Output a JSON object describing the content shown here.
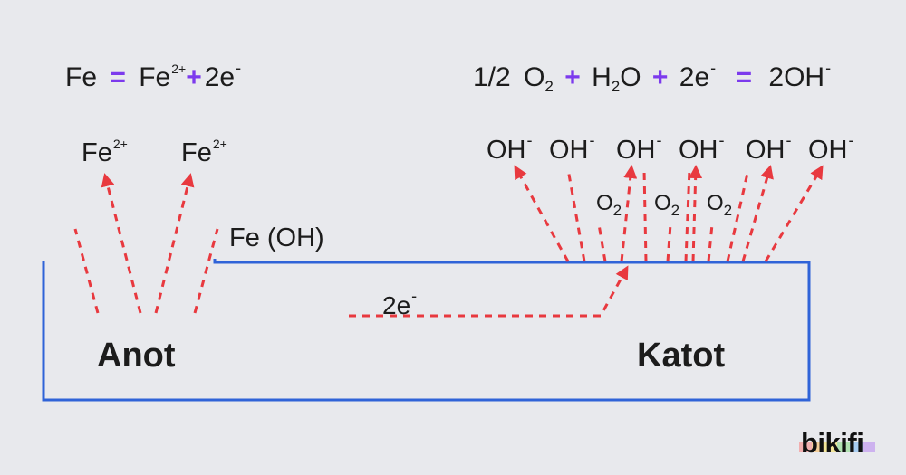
{
  "anode_equation": {
    "fe": "Fe",
    "eq": "=",
    "fe2": "Fe",
    "charge": "2+",
    "plus": "+",
    "electrons": "2e",
    "minus": "-"
  },
  "cathode_equation": {
    "coef": "1/2",
    "o": "O",
    "o_sub": "2",
    "plus1": "+",
    "h": "H",
    "h_sub": "2",
    "h_o": "O",
    "plus2": "+",
    "electrons": "2e",
    "e_sup": "-",
    "eq": "=",
    "oh": "2OH",
    "oh_sup": "-"
  },
  "anode_ions": [
    {
      "base": "Fe",
      "charge": "2+"
    },
    {
      "base": "Fe",
      "charge": "2+"
    }
  ],
  "cathode_ions": [
    {
      "base": "OH",
      "charge": "-"
    },
    {
      "base": "OH",
      "charge": "-"
    },
    {
      "base": "OH",
      "charge": "-"
    },
    {
      "base": "OH",
      "charge": "-"
    },
    {
      "base": "OH",
      "charge": "-"
    },
    {
      "base": "OH",
      "charge": "-"
    }
  ],
  "oxygen_labels": [
    {
      "base": "O",
      "sub": "2"
    },
    {
      "base": "O",
      "sub": "2"
    },
    {
      "base": "O",
      "sub": "2"
    }
  ],
  "fe_oh_label": "Fe (OH)",
  "electron_flow": {
    "base": "2e",
    "sup": "-"
  },
  "anode_label": "Anot",
  "cathode_label": "Katot",
  "logo_text": "bikifi",
  "colors": {
    "outline": "#2f63d8",
    "arrow": "#e8393f",
    "operator": "#7c3aed",
    "background": "#e8e9ed"
  }
}
